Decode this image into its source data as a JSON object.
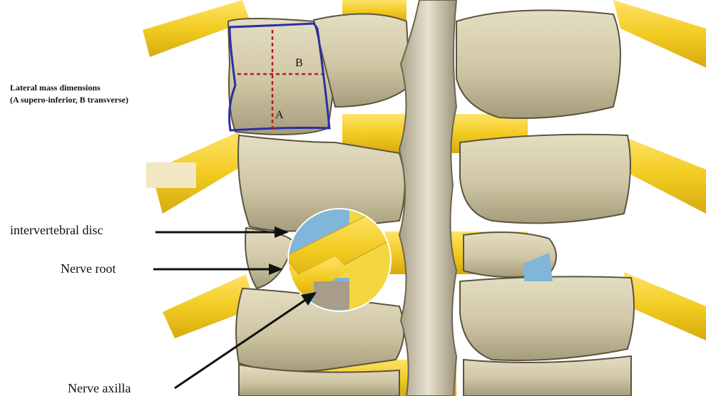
{
  "figure": {
    "caption_title": "Lateral mass dimensions",
    "caption_subtitle": "(A supero-inferior, B transverse)",
    "dimension_a": "A",
    "dimension_b": "B",
    "callouts": {
      "intervertebral_disc": "intervertebral disc",
      "nerve_root": "Nerve root",
      "nerve_axilla": "Nerve axilla"
    }
  },
  "colors": {
    "bone": "#d6cfae",
    "bone_shadow": "#8c8466",
    "nerve": "#f0cd2a",
    "outline": "#2b2fa5",
    "dimension_line": "#b3201a",
    "inset_bg": "#7fb6da"
  }
}
